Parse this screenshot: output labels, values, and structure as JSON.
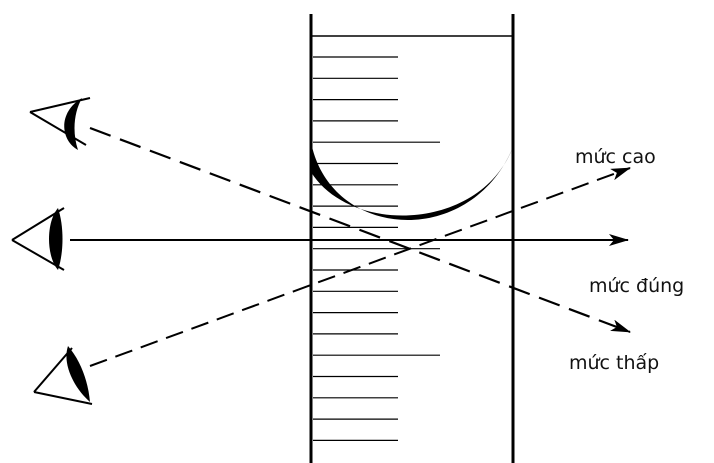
{
  "labels": {
    "high": "mức cao",
    "correct": "mức đúng",
    "low": "mức thấp"
  },
  "colors": {
    "ink": "#000000"
  },
  "icons": [
    "eye-icon",
    "arrowhead-icon"
  ]
}
